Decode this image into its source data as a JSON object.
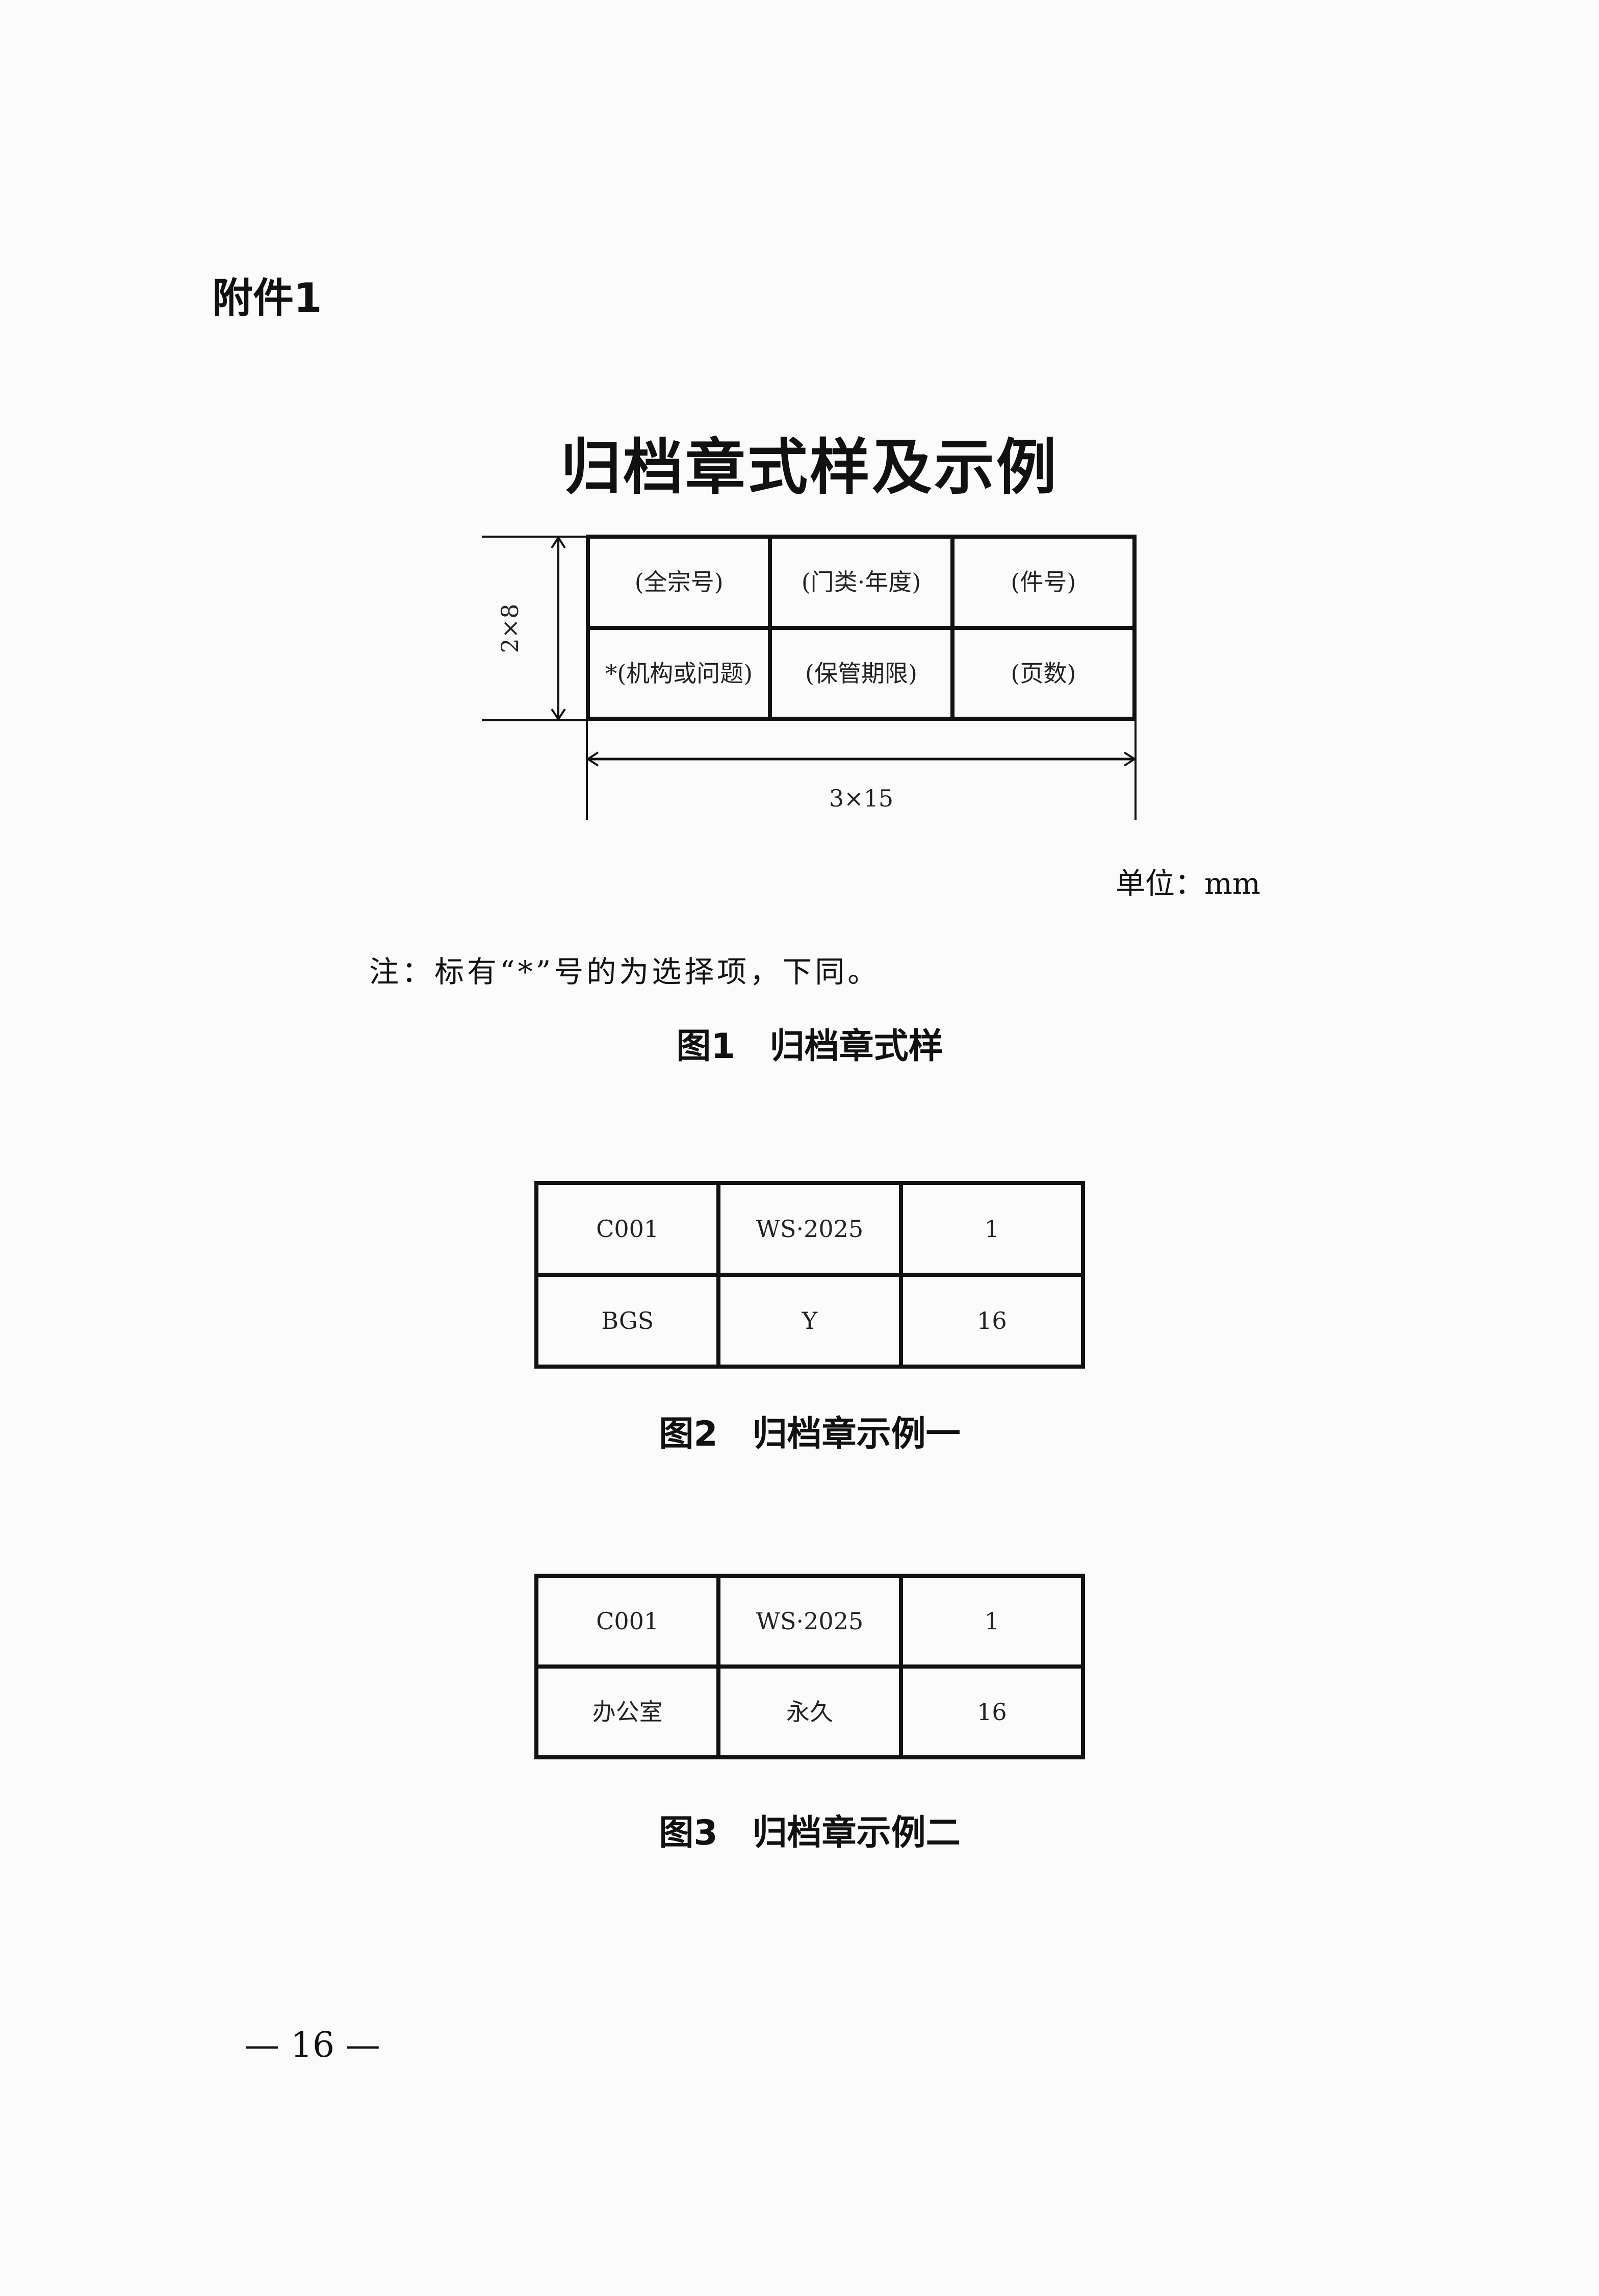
{
  "attachment_label": "附件1",
  "title": "归档章式样及示例",
  "figure1": {
    "rows": [
      [
        "(全宗号)",
        "(门类·年度)",
        "(件号)"
      ],
      [
        "*(机构或问题)",
        "(保管期限)",
        "(页数)"
      ]
    ],
    "height_dim": "2×8",
    "width_dim": "3×15",
    "unit": "单位：mm",
    "note": "注：标有“*”号的为选择项，下同。",
    "caption": "图1　归档章式样"
  },
  "figure2": {
    "rows": [
      [
        "C001",
        "WS·2025",
        "1"
      ],
      [
        "BGS",
        "Y",
        "16"
      ]
    ],
    "caption": "图2　归档章示例一"
  },
  "figure3": {
    "rows": [
      [
        "C001",
        "WS·2025",
        "1"
      ],
      [
        "办公室",
        "永久",
        "16"
      ]
    ],
    "caption": "图3　归档章示例二"
  },
  "page_number": "— 16 —"
}
